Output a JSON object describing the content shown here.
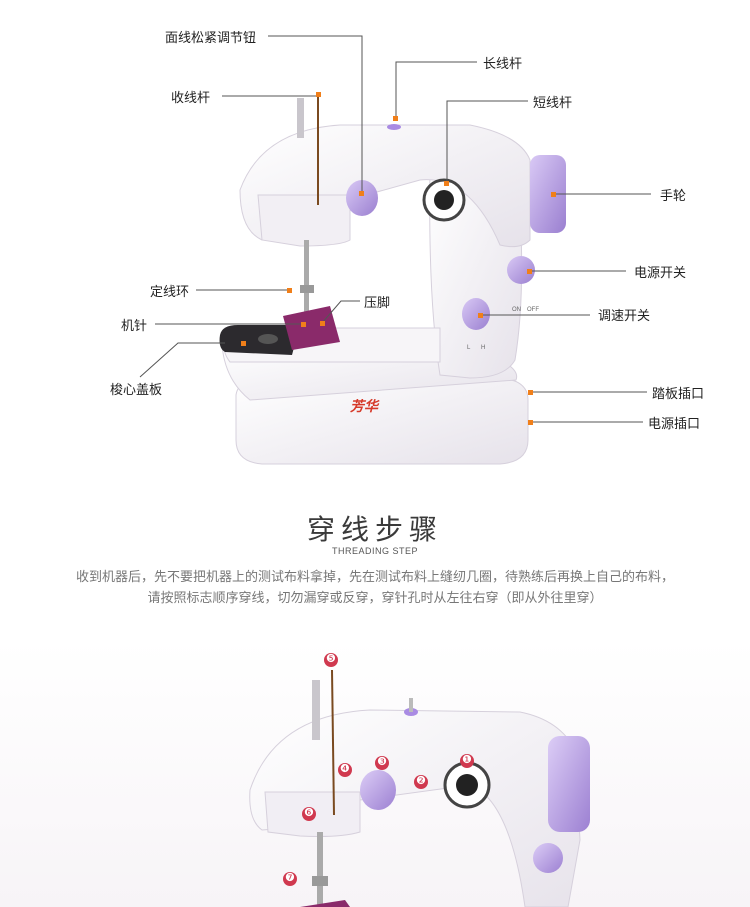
{
  "diagram": {
    "labels": {
      "upper_tension": "面线松紧调节钮",
      "take_up_lever": "收线杆",
      "long_spool_pin": "长线杆",
      "short_spool_pin": "短线杆",
      "handwheel": "手轮",
      "power_switch": "电源开关",
      "speed_switch": "调速开关",
      "thread_guide_ring": "定线环",
      "presser_foot": "压脚",
      "needle": "机针",
      "bobbin_cover": "梭心盖板",
      "pedal_socket": "踏板插口",
      "power_socket": "电源插口"
    },
    "brand": "芳华",
    "switch_marks": {
      "on": "ON",
      "off": "OFF",
      "low": "L",
      "high": "H"
    }
  },
  "steps": {
    "title": "穿线步骤",
    "subtitle": "THREADING STEP",
    "line1": "收到机器后，先不要把机器上的测试布料拿掉，先在测试布料上缝纫几圈，待熟练后再换上自己的布料，",
    "line2": "请按照标志顺序穿线，切勿漏穿或反穿，穿针孔时从左往右穿（即从外往里穿）",
    "markers": [
      "❶",
      "❷",
      "❸",
      "❹",
      "❺",
      "❻",
      "❼"
    ]
  },
  "colors": {
    "accent": "#b39be0",
    "leader_dot": "#f07f1a",
    "marker": "#d0394f",
    "fabric": "#8a2a6a"
  }
}
